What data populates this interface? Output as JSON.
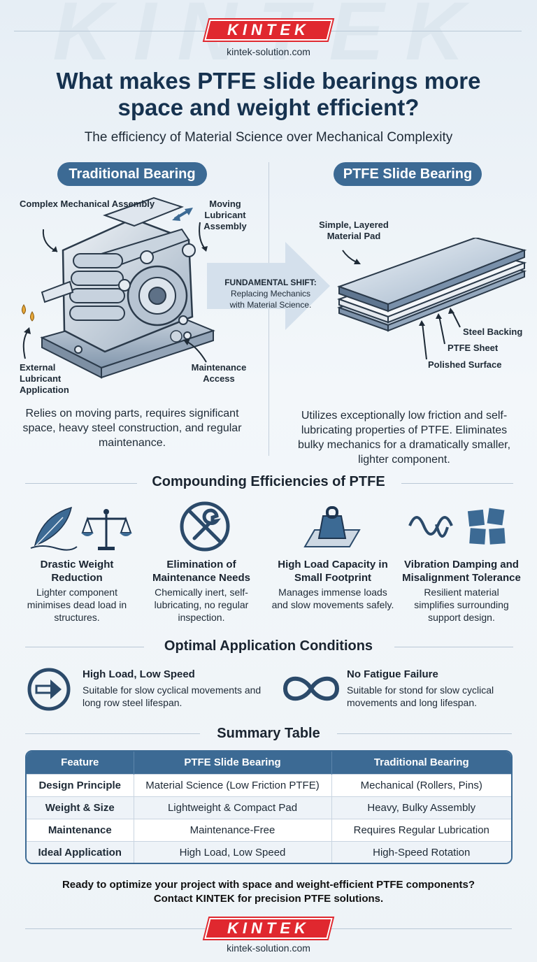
{
  "watermark": "KINTEK",
  "header": {
    "logo_text": "KINTEK",
    "site": "kintek-solution.com",
    "title": "What makes PTFE slide bearings more space and weight efficient?",
    "subtitle": "The efficiency of Material Science over Mechanical Complexity"
  },
  "traditional": {
    "heading": "Traditional Bearing",
    "labels": {
      "complex": "Complex Mechanical Assembly",
      "moving": "Moving Lubricant Assembly",
      "external": "External Lubricant Application",
      "maintenance": "Maintenance Access"
    },
    "description": "Relies on moving parts, requires significant space, heavy steel construction, and regular maintenance."
  },
  "shift": {
    "heading": "FUNDAMENTAL SHIFT:",
    "text": "Replacing Mechanics with Material Science."
  },
  "ptfe": {
    "heading": "PTFE Slide Bearing",
    "labels": {
      "pad": "Simple, Layered Material Pad",
      "steel": "Steel Backing",
      "sheet": "PTFE Sheet",
      "polished": "Polished Surface"
    },
    "description": "Utilizes exceptionally low friction and self-lubricating properties of PTFE. Eliminates bulky mechanics for a dramatically smaller, lighter component."
  },
  "efficiencies": {
    "heading": "Compounding Efficiencies of PTFE",
    "items": [
      {
        "title": "Drastic Weight Reduction",
        "desc": "Lighter component minimises dead load in structures.",
        "icon": "feather-scale-icon"
      },
      {
        "title": "Elimination of Maintenance Needs",
        "desc": "Chemically inert, self-lubricating, no regular inspection.",
        "icon": "no-wrench-icon"
      },
      {
        "title": "High Load Capacity in Small Footprint",
        "desc": "Manages immense loads and slow movements safely.",
        "icon": "weight-icon"
      },
      {
        "title": "Vibration Damping and Misalignment Tolerance",
        "desc": "Resilient material simplifies surrounding support design.",
        "icon": "wave-tiles-icon"
      }
    ]
  },
  "conditions": {
    "heading": "Optimal Application Conditions",
    "items": [
      {
        "title": "High Load, Low Speed",
        "desc": "Suitable for slow cyclical movements and long row steel lifespan.",
        "icon": "arrow-circle-icon"
      },
      {
        "title": "No Fatigue Failure",
        "desc": "Suitable for stond for slow cyclical movements and long lifespan.",
        "icon": "infinity-icon"
      }
    ]
  },
  "summary": {
    "heading": "Summary Table",
    "headers": [
      "Feature",
      "PTFE Slide Bearing",
      "Traditional Bearing"
    ],
    "rows": [
      [
        "Design Principle",
        "Material Science (Low Friction PTFE)",
        "Mechanical (Rollers, Pins)"
      ],
      [
        "Weight & Size",
        "Lightweight & Compact Pad",
        "Heavy, Bulky Assembly"
      ],
      [
        "Maintenance",
        "Maintenance-Free",
        "Requires Regular Lubrication"
      ],
      [
        "Ideal Application",
        "High Load, Low Speed",
        "High-Speed Rotation"
      ]
    ]
  },
  "cta": {
    "line1": "Ready to optimize your project with space and weight-efficient PTFE components?",
    "line2": "Contact KINTEK for precision PTFE solutions."
  },
  "footer": {
    "logo_text": "KINTEK",
    "site": "kintek-solution.com"
  }
}
